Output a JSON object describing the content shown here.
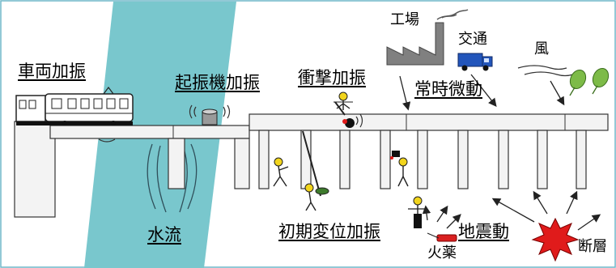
{
  "colors": {
    "frame_border": "#6fb7c8",
    "river": "#79c7cd",
    "structure_fill": "#f3f3f3",
    "structure_stroke": "#333333",
    "factory": "#808080",
    "truck": "#2255bb",
    "leaf": "#7dbb48",
    "burst": "#e01b1b",
    "person_head": "#f2d51c",
    "explosive": "#d92020",
    "probe": "#3d7a2c"
  },
  "labels": {
    "train_excitation": "車両加振",
    "exciter_excitation": "起振機加振",
    "impact_excitation": "衝撃加振",
    "microtremor": "常時微動",
    "water_flow": "水流",
    "initial_displacement": "初期変位加振",
    "earthquake": "地震動",
    "factory": "工場",
    "traffic": "交通",
    "wind": "風",
    "explosive": "火薬",
    "fault": "断層"
  },
  "icons": [
    "train-icon",
    "vibration-exciter-icon",
    "hammer-icon",
    "factory-icon",
    "truck-icon",
    "wind-icon",
    "tree-icon",
    "person-icon",
    "explosive-icon",
    "fault-burst-icon",
    "arrow-icon"
  ]
}
